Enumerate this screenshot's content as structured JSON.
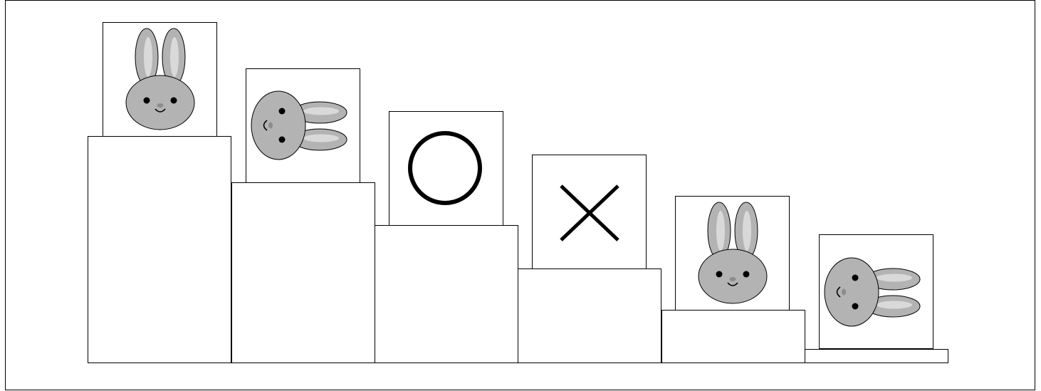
{
  "diagram": {
    "steps": [
      {
        "card_symbol": "bunny-upright"
      },
      {
        "card_symbol": "bunny-sideways"
      },
      {
        "card_symbol": "circle"
      },
      {
        "card_symbol": "cross"
      },
      {
        "card_symbol": "bunny-upright"
      },
      {
        "card_symbol": "bunny-sideways"
      }
    ],
    "colors": {
      "stroke": "#000000",
      "bunny_fill": "#b3b3b3",
      "bunny_inner_ear": "#d9d9d9",
      "background": "#ffffff"
    }
  }
}
